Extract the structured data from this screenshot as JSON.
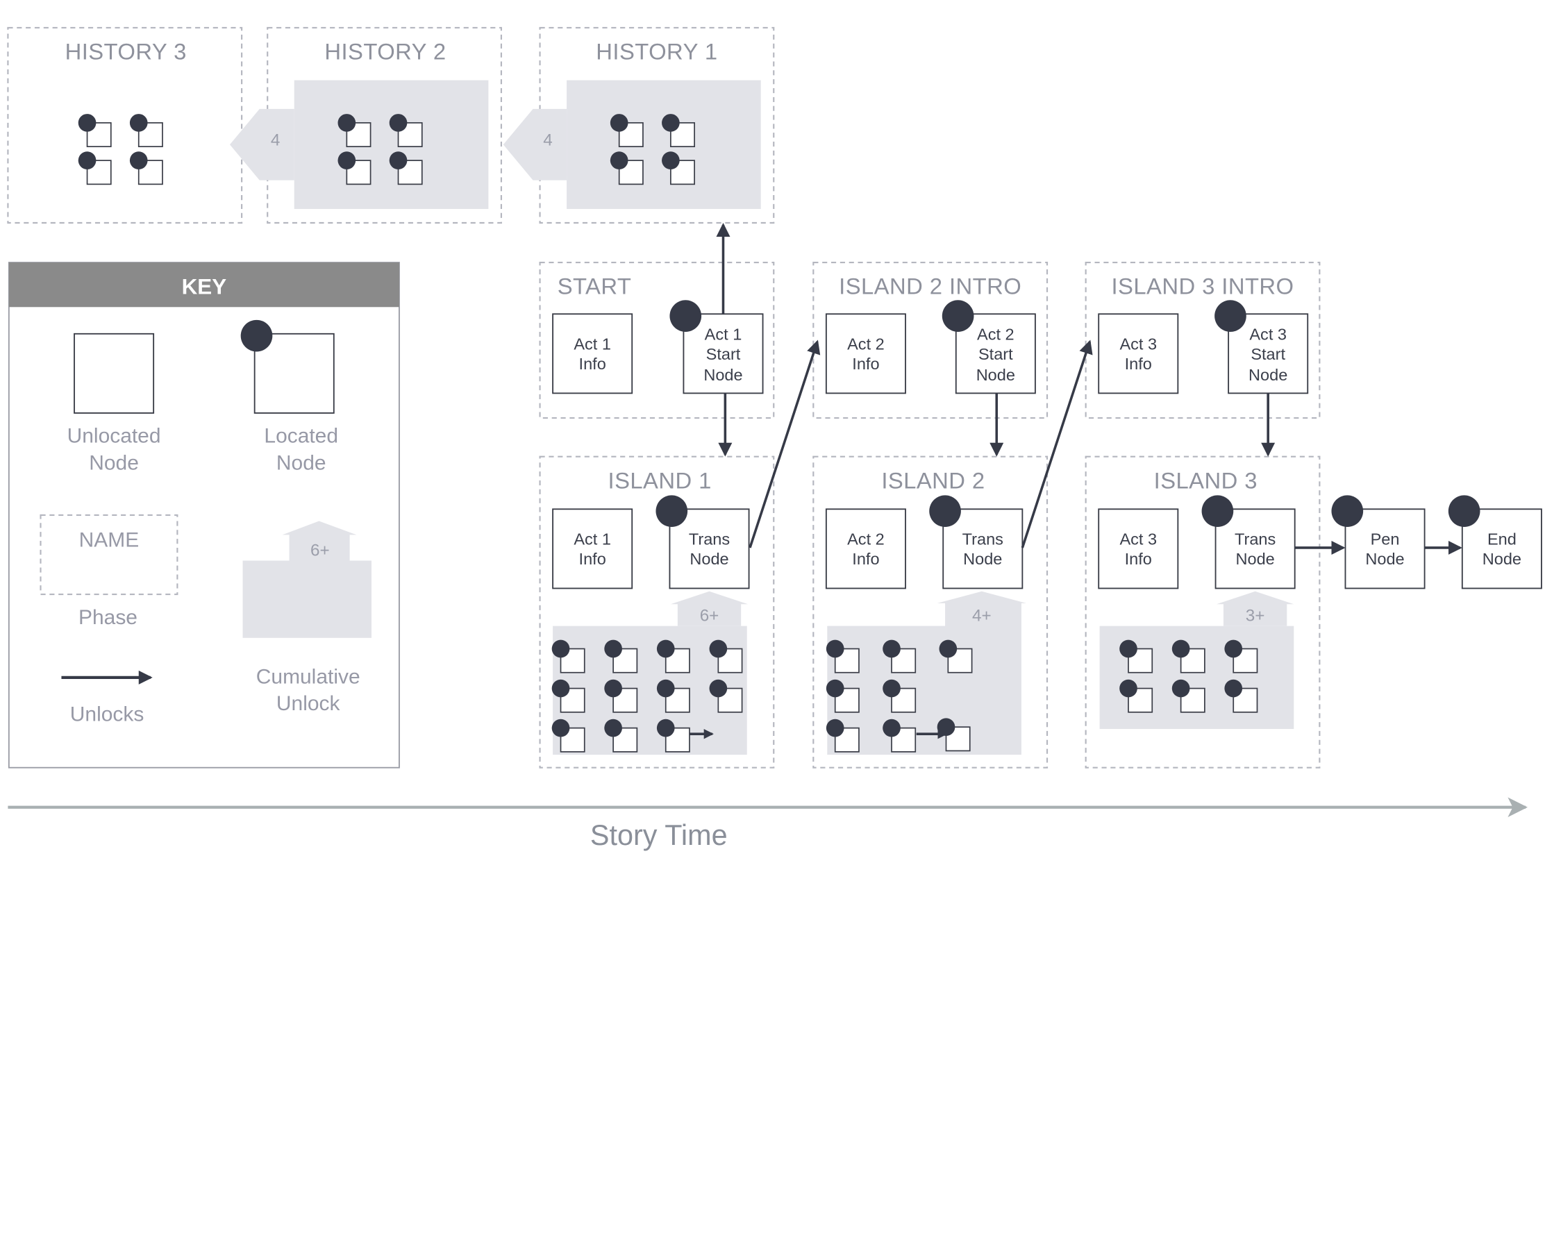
{
  "phases": {
    "history3": "HISTORY 3",
    "history2": "HISTORY 2",
    "history1": "HISTORY 1",
    "start": "START",
    "island2_intro": "ISLAND 2 INTRO",
    "island3_intro": "ISLAND 3 INTRO",
    "island1": "ISLAND 1",
    "island2": "ISLAND 2",
    "island3": "ISLAND 3"
  },
  "nodes": {
    "start_info": [
      "Act 1",
      "Info"
    ],
    "start_start": [
      "Act 1",
      "Start",
      "Node"
    ],
    "i2intro_info": [
      "Act 2",
      "Info"
    ],
    "i2intro_start": [
      "Act 2",
      "Start",
      "Node"
    ],
    "i3intro_info": [
      "Act 3",
      "Info"
    ],
    "i3intro_start": [
      "Act 3",
      "Start",
      "Node"
    ],
    "i1_info": [
      "Act 1",
      "Info"
    ],
    "i1_trans": [
      "Trans",
      "Node"
    ],
    "i2_info": [
      "Act 2",
      "Info"
    ],
    "i2_trans": [
      "Trans",
      "Node"
    ],
    "i3_info": [
      "Act 3",
      "Info"
    ],
    "i3_trans": [
      "Trans",
      "Node"
    ],
    "pen": [
      "Pen",
      "Node"
    ],
    "end": [
      "End",
      "Node"
    ]
  },
  "badges": {
    "history2": "4",
    "history1": "4",
    "island1": "6+",
    "island2": "4+",
    "island3": "3+"
  },
  "key": {
    "title": "KEY",
    "unlocated_node": [
      "Unlocated",
      "Node"
    ],
    "located_node": [
      "Located",
      "Node"
    ],
    "phase_name": "NAME",
    "phase": "Phase",
    "unlocks": "Unlocks",
    "cumulative_badge": "6+",
    "cumulative_unlock": [
      "Cumulative",
      "Unlock"
    ]
  },
  "timeline": {
    "label": "Story Time"
  },
  "colors": {
    "node_border": "#3a3d47",
    "dot": "#363a47",
    "dashed_border": "#b4b6bf",
    "unlock_fill": "#e2e3e8",
    "key_header": "#8a8a8a",
    "timeline": "#a9b0b2"
  }
}
